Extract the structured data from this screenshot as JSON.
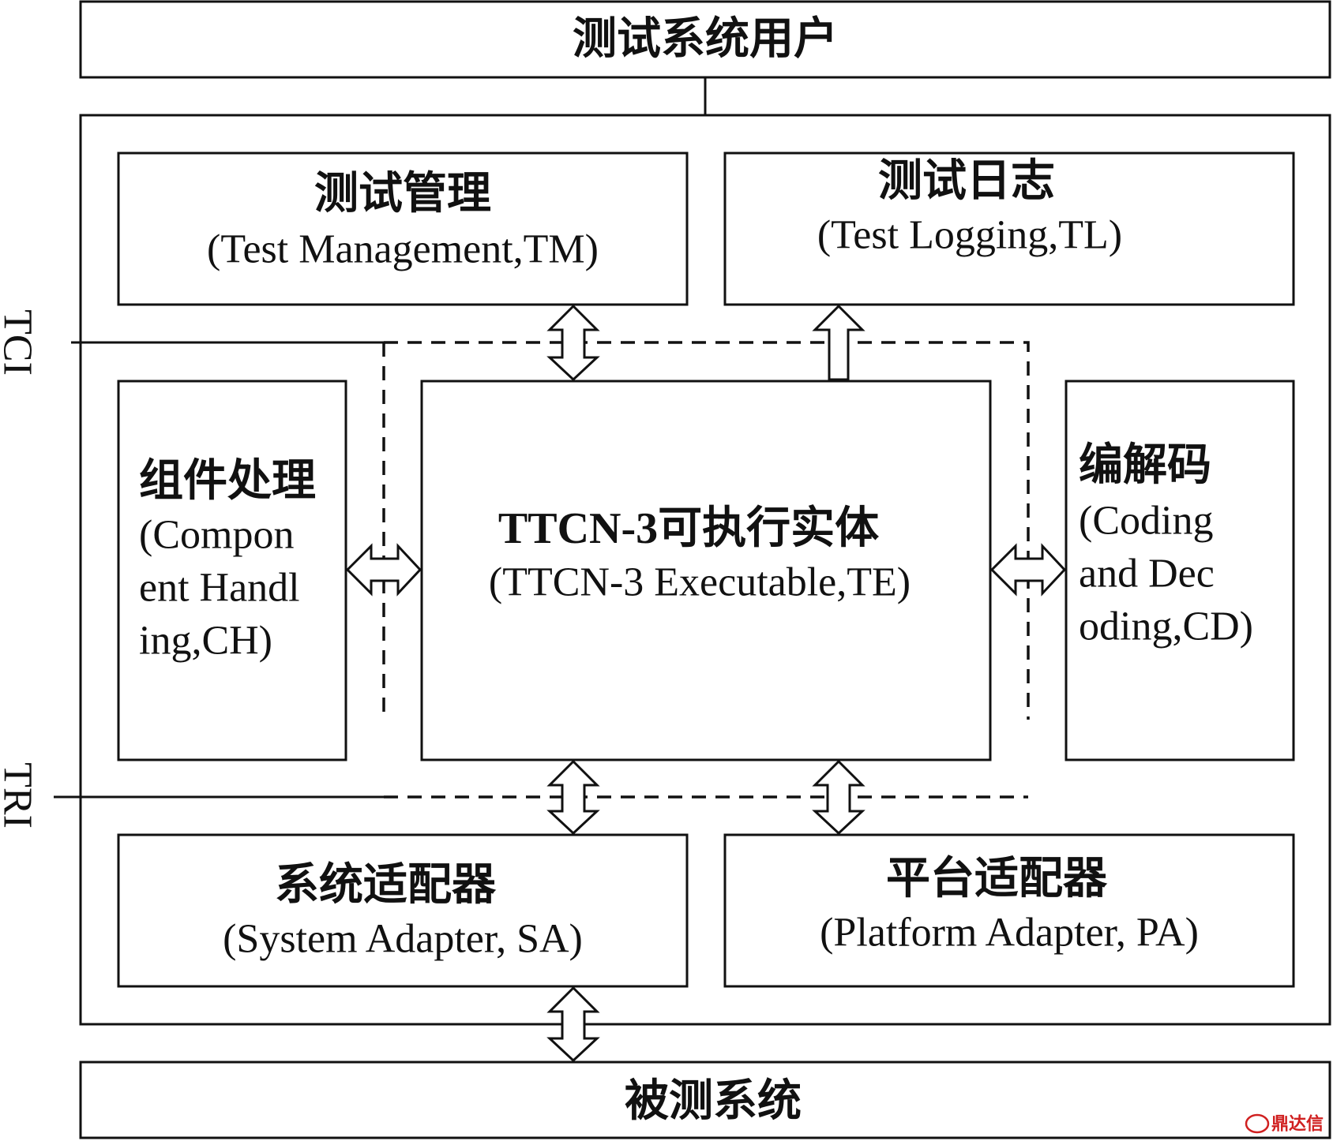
{
  "top_user": "测试系统用户",
  "sut": "被测系统",
  "interfaces": {
    "tci": "TCI",
    "tri": "TRI"
  },
  "tm": {
    "zh": "测试管理",
    "en": "(Test Management,TM)"
  },
  "tl": {
    "zh": "测试日志",
    "en": "(Test Logging,TL)"
  },
  "ch": {
    "zh": "组件处理",
    "en": [
      "(Compon",
      "ent Handl",
      "ing,CH)"
    ]
  },
  "te": {
    "zh": "TTCN-3可执行实体",
    "en": "(TTCN-3 Executable,TE)"
  },
  "cd": {
    "zh": "编解码",
    "en": [
      "(Coding",
      "and Dec",
      "oding,CD)"
    ]
  },
  "sa": {
    "zh": "系统适配器",
    "en": "(System Adapter, SA)"
  },
  "pa": {
    "zh": "平台适配器",
    "en": "(Platform Adapter, PA)"
  },
  "watermark": "鼎达信"
}
